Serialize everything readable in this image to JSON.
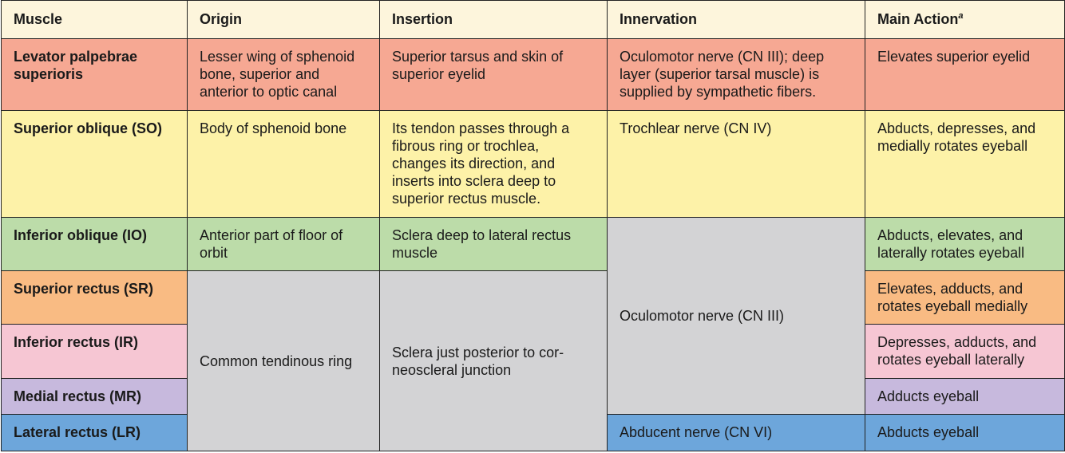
{
  "headers": {
    "muscle": "Muscle",
    "origin": "Origin",
    "insertion": "Insertion",
    "innervation": "Innervation",
    "main_action": "Main Action",
    "main_action_footnote": "a"
  },
  "rows": {
    "levator": {
      "muscle": "Levator palpebrae superioris",
      "origin": "Lesser wing of sphenoid bone, superior and anterior to optic canal",
      "insertion": "Superior tarsus and skin of superior eyelid",
      "innervation": "Oculomotor nerve (CN III); deep layer (superior tarsal muscle) is supplied by sympathetic fibers.",
      "action": "Elevates superior eyelid"
    },
    "so": {
      "muscle": "Superior oblique (SO)",
      "origin": "Body of sphenoid bone",
      "insertion": "Its tendon passes through a fibrous ring or trochlea, changes its direction, and inserts into sclera deep to superior rectus muscle.",
      "innervation": "Trochlear nerve (CN IV)",
      "action": "Abducts, depresses, and medially rotates eyeball"
    },
    "io": {
      "muscle": "Inferior oblique (IO)",
      "origin": "Anterior part of floor of orbit",
      "insertion": "Sclera deep to lateral rectus muscle",
      "action": "Abducts, elevates, and laterally rotates eyeball"
    },
    "sr": {
      "muscle": "Superior rectus (SR)",
      "action": "Elevates, adducts, and rotates eyeball medially"
    },
    "ir": {
      "muscle": "Inferior rectus (IR)",
      "action": "Depresses, adducts, and rotates eyeball laterally"
    },
    "mr": {
      "muscle": "Medial rectus (MR)",
      "action": "Adducts eyeball"
    },
    "lr": {
      "muscle": "Lateral rectus (LR)",
      "innervation": "Abducent nerve (CN VI)",
      "action": "Abducts eyeball"
    }
  },
  "shared": {
    "rectus_origin": "Common tendinous ring",
    "rectus_insertion": "Sclera just posterior to cor-neoscleral junction",
    "oculomotor_innervation": "Oculomotor nerve (CN III)"
  },
  "colors": {
    "header": "#fdf5dc",
    "levator": "#f6a893",
    "superior_oblique": "#fdf2a8",
    "inferior_oblique": "#bcdca9",
    "shared_grey": "#d3d3d5",
    "superior_rectus": "#f9bb83",
    "inferior_rectus": "#f6c6d3",
    "medial_rectus": "#c7b9dd",
    "lateral_rectus": "#6da6db"
  }
}
